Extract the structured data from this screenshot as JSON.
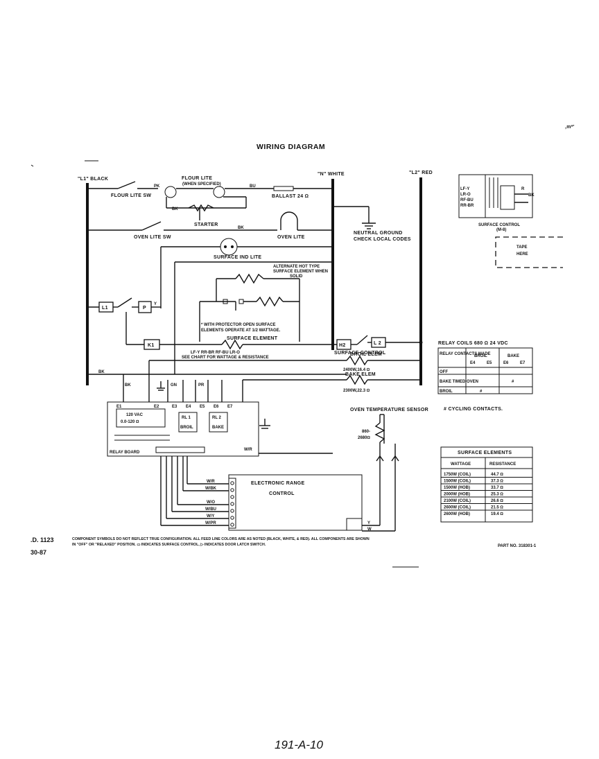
{
  "title": "WIRING DIAGRAM",
  "buses": {
    "l1": "\"L1\" BLACK",
    "n": "\"N\" WHITE",
    "l2": "\"L2\" RED"
  },
  "components": {
    "flour_lite_sw": "FLOUR LITE SW",
    "flour_lite": "FLOUR LITE",
    "when_specified": "(WHEN SPECIFIED)",
    "ballast": "BALLAST 24 Ω",
    "starter": "STARTER",
    "oven_lite_sw": "OVEN LITE SW",
    "oven_lite": "OVEN LITE",
    "neutral_ground_1": "NEUTRAL GROUND",
    "neutral_ground_2": "CHECK LOCAL CODES",
    "surface_ind_lite": "SURFACE IND LITE",
    "alternate_1": "ALTERNATE HOT TYPE",
    "alternate_2": "SURFACE ELEMENT WHEN",
    "alternate_3": "SOLID",
    "protector_1": "* WITH PROTECTOR OPEN SURFACE",
    "protector_2": "ELEMENTS OPERATE AT 1/2 WATTAGE.",
    "surface_element": "SURFACE ELEMENT",
    "codes_line": "LF-Y  RR-BR  RF-BU  LR-O",
    "see_chart": "SEE CHART FOR WATTAGE & RESISTANCE",
    "surface_control": "SURFACE CONTROL",
    "broil_elem": "BROIL ELEM",
    "broil_value": "2400W,16.4 Ω",
    "bake_elem": "BAKE ELEM",
    "bake_value": "2300W,22.3 Ω",
    "l1_box": "L1",
    "p_box": "P",
    "k1_box": "K1",
    "h2_box": "H2",
    "l2_box": "L 2",
    "oven_temp_sensor": "OVEN TEMPERATURE SENSOR",
    "sensor_values_1": "860-",
    "sensor_values_2": "2680Ω",
    "relay_board": "RELAY BOARD",
    "vac": "120 VAC",
    "vac_range": "0.0-120 Ω",
    "erc_1": "ELECTRONIC RANGE",
    "erc_2": "CONTROL",
    "surface_control_m": "SURFACE CONTROL",
    "surface_control_m2": "(M-8)",
    "tape_1": "TAPE",
    "tape_2": "HERE",
    "cycling": "# CYCLING CONTACTS."
  },
  "wire_labels": {
    "pk": "PK",
    "bu": "BU",
    "bk": "BK",
    "bk2": "BK",
    "bk3": "BK",
    "y": "Y",
    "gn": "GN",
    "pr": "PR",
    "w_r": "W/R",
    "w_bk": "W/BK",
    "w_o": "W/O",
    "w_bu": "W/BU",
    "w_y": "W/Y",
    "w_pr": "W/PR",
    "w_r2": "W/R",
    "y2": "Y",
    "w": "W"
  },
  "relay_terms": [
    "E1",
    "E2",
    "E3",
    "E4",
    "E5",
    "E6",
    "E7"
  ],
  "relays": [
    "RL 1",
    "RL 2"
  ],
  "relay_sub": [
    "BROIL",
    "BAKE"
  ],
  "surface_ctrl_terms": [
    "LF-Y",
    "LR-O",
    "RF-BU",
    "RR-BR"
  ],
  "surface_ctrl_pins": [
    "BK",
    "R"
  ],
  "relay_coils": {
    "title": "RELAY COILS 680 Ω 24 VDC",
    "header_col0": "RELAY CONTACTS MADE",
    "header_broil": "BROIL",
    "header_bake": "BAKE",
    "sub": [
      "E4",
      "E5",
      "E6",
      "E7"
    ],
    "rows": [
      "OFF",
      "BAKE TIMED OVEN",
      "BROIL"
    ],
    "marks": [
      "#",
      "#"
    ]
  },
  "surface_elements": {
    "title": "SURFACE ELEMENTS",
    "headers": [
      "WATTAGE",
      "RESISTANCE"
    ],
    "rows": [
      [
        "1750W (COIL)",
        "44.7 Ω"
      ],
      [
        "1500W (COIL)",
        "37.3 Ω"
      ],
      [
        "1500W (HOB)",
        "33.7 Ω"
      ],
      [
        "2000W (HOB)",
        "25.3 Ω"
      ],
      [
        "2100W (COIL)",
        "26.6 Ω"
      ],
      [
        "2600W (COIL)",
        "21.5 Ω"
      ],
      [
        "2600W (HOB)",
        "19.4 Ω"
      ]
    ]
  },
  "footer": {
    "left_1": ".D. 1123",
    "left_2": "30-87",
    "note_1": "COMPONENT SYMBOLS DO NOT REFLECT TRUE CONFIGURATION. ALL FEED LINE COLORS ARE AS NOTED (BLACK, WHITE, & RED). ALL COMPONENTS ARE SHOWN",
    "note_2": "IN \"OFF\" OR \"RELAXED\" POSITION.  ▭ INDICATES SURFACE CONTROL,   ▷ INDICATES DOOR LATCH SWITCH.",
    "part_no": "PART NO. 318301-1"
  },
  "corner_mark": ",m*'",
  "handwritten": "191-A-10"
}
